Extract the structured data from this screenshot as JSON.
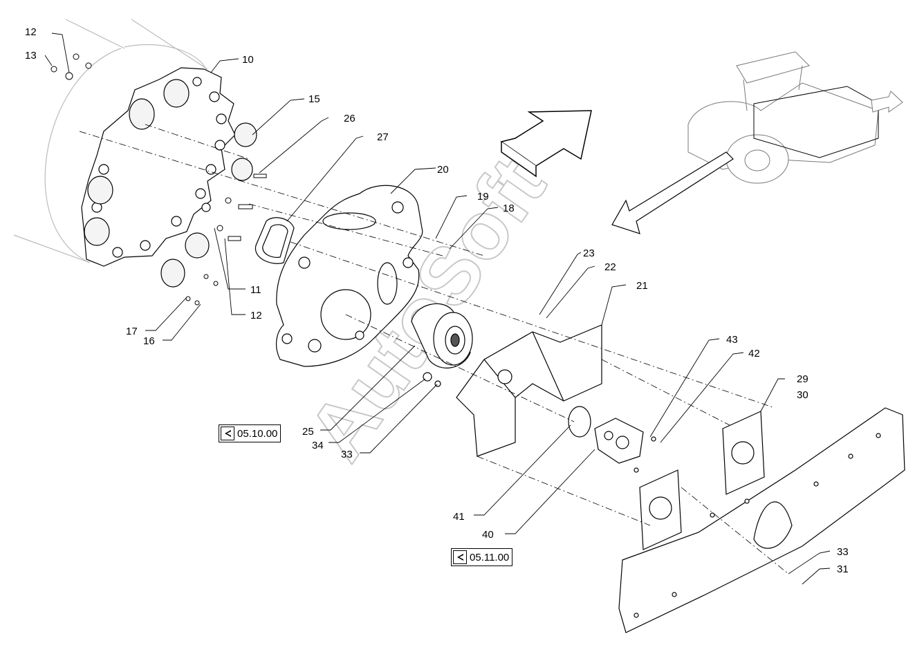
{
  "watermark": "AutoSoft",
  "references": [
    {
      "code": "05.10.00",
      "icon": "view-reference-icon"
    },
    {
      "code": "05.11.00",
      "icon": "view-reference-icon"
    }
  ],
  "callouts": [
    {
      "label": "12"
    },
    {
      "label": "13"
    },
    {
      "label": "10"
    },
    {
      "label": "15"
    },
    {
      "label": "26"
    },
    {
      "label": "27"
    },
    {
      "label": "20"
    },
    {
      "label": "19"
    },
    {
      "label": "18"
    },
    {
      "label": "23"
    },
    {
      "label": "22"
    },
    {
      "label": "21"
    },
    {
      "label": "11"
    },
    {
      "label": "12"
    },
    {
      "label": "17"
    },
    {
      "label": "16"
    },
    {
      "label": "43"
    },
    {
      "label": "42"
    },
    {
      "label": "29"
    },
    {
      "label": "30"
    },
    {
      "label": "25"
    },
    {
      "label": "34"
    },
    {
      "label": "33"
    },
    {
      "label": "41"
    },
    {
      "label": "40"
    },
    {
      "label": "33"
    },
    {
      "label": "31"
    }
  ]
}
